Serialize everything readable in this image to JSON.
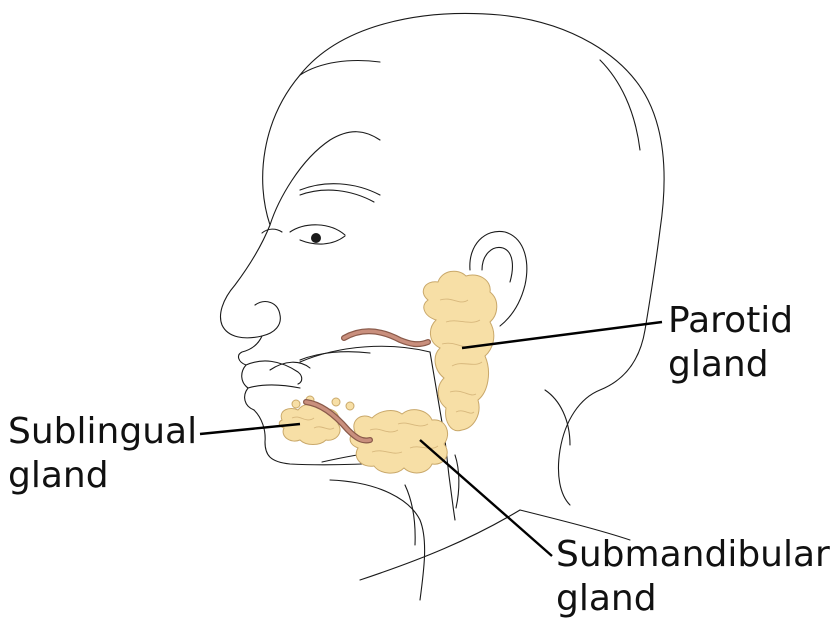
{
  "labels": {
    "parotid": {
      "line1": "Parotid",
      "line2": "gland"
    },
    "sublingual": {
      "line1": "Sublingual",
      "line2": "gland"
    },
    "submandibular": {
      "line1": "Submandibular",
      "line2": "gland"
    }
  },
  "colors": {
    "gland_fill": "#f7dfa6",
    "gland_stroke": "#c9a86a",
    "duct": "#c98f7d",
    "outline": "#1a1a1a"
  }
}
